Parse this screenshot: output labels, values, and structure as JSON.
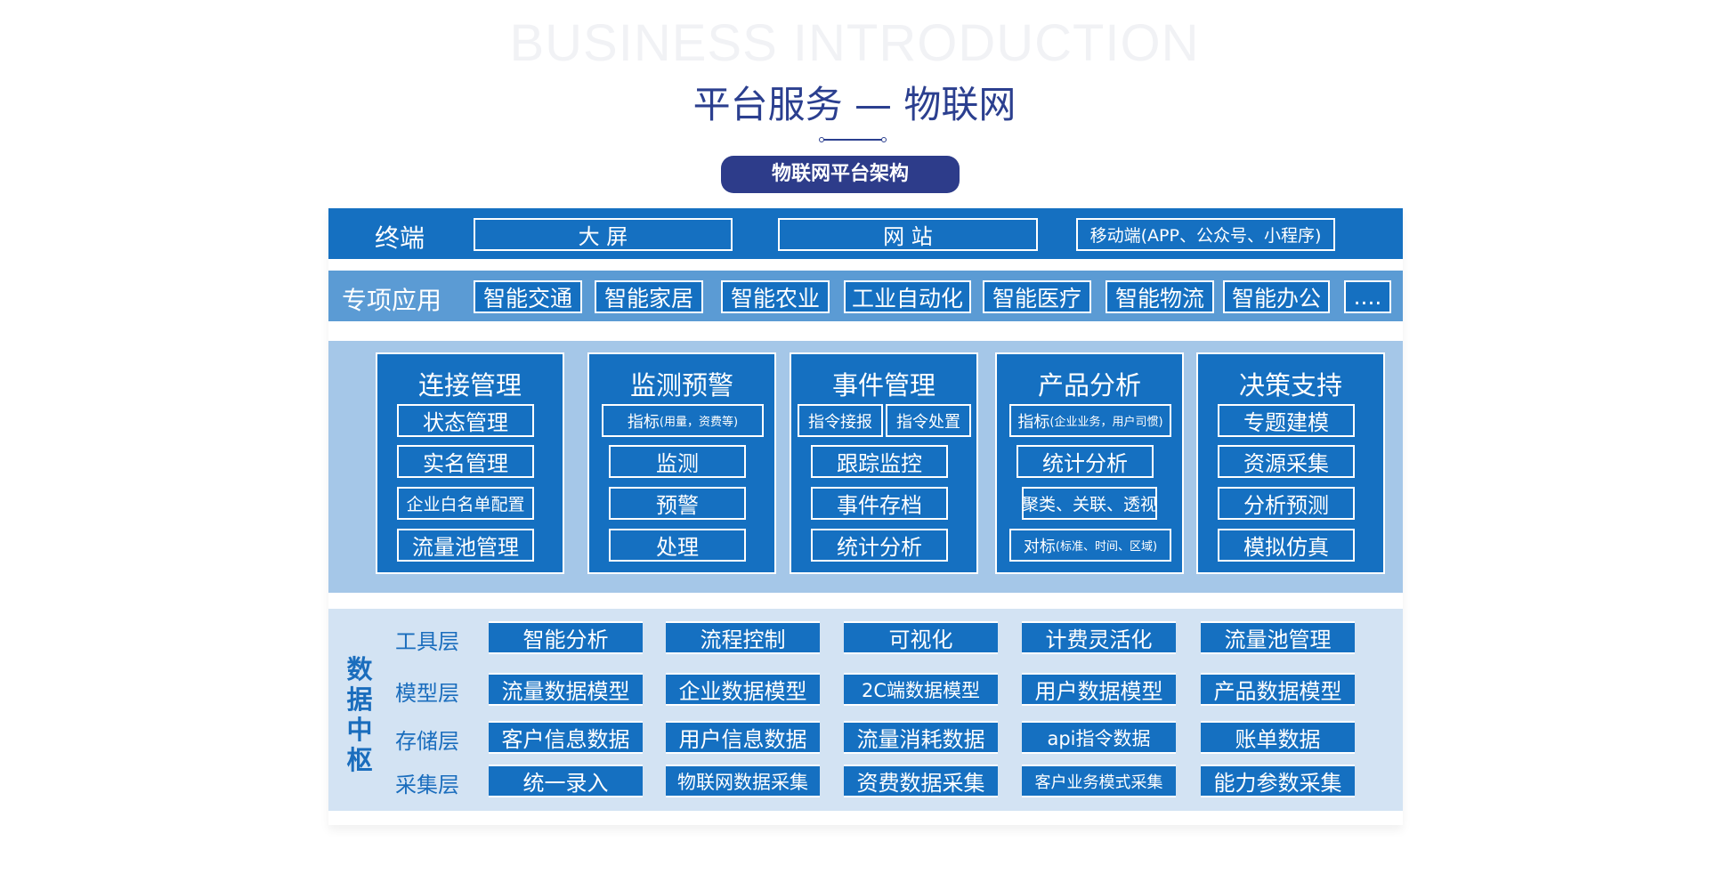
{
  "header": {
    "watermark": "BUSINESS INTRODUCTION",
    "title": "平台服务 — 物联网",
    "badge": "物联网平台架构"
  },
  "terminal": {
    "label": "终端",
    "items": [
      "大 屏",
      "网 站",
      "移动端(APP、公众号、小程序)"
    ]
  },
  "applications": {
    "label": "专项应用",
    "items": [
      "智能交通",
      "智能家居",
      "智能农业",
      "工业自动化",
      "智能医疗",
      "智能物流",
      "智能办公",
      "...."
    ]
  },
  "functions": [
    {
      "title": "连接管理",
      "items": [
        [
          "状态管理"
        ],
        [
          "实名管理"
        ],
        [
          "企业白名单配置"
        ],
        [
          "流量池管理"
        ]
      ]
    },
    {
      "title": "监测预警",
      "items": [
        [
          "指标",
          "(用量，资费等)"
        ],
        [
          "监测"
        ],
        [
          "预警"
        ],
        [
          "处理"
        ]
      ]
    },
    {
      "title": "事件管理",
      "items": [
        [
          "指令接报",
          "指令处置"
        ],
        [
          "跟踪监控"
        ],
        [
          "事件存档"
        ],
        [
          "统计分析"
        ]
      ]
    },
    {
      "title": "产品分析",
      "items": [
        [
          "指标",
          "(企业业务，用户司惯)"
        ],
        [
          "统计分析"
        ],
        [
          "聚类、关联、透视"
        ],
        [
          "对标",
          "(标准、时间、区域)"
        ]
      ]
    },
    {
      "title": "决策支持",
      "items": [
        [
          "专题建模"
        ],
        [
          "资源采集"
        ],
        [
          "分析预测"
        ],
        [
          "模拟仿真"
        ]
      ]
    }
  ],
  "data_hub": {
    "label": "数据中枢",
    "layers": [
      {
        "label": "工具层",
        "items": [
          "智能分析",
          "流程控制",
          "可视化",
          "计费灵活化",
          "流量池管理"
        ]
      },
      {
        "label": "模型层",
        "items": [
          "流量数据模型",
          "企业数据模型",
          "2C端数据模型",
          "用户数据模型",
          "产品数据模型"
        ]
      },
      {
        "label": "存储层",
        "items": [
          "客户信息数据",
          "用户信息数据",
          "流量消耗数据",
          "api指令数据",
          "账单数据"
        ]
      },
      {
        "label": "采集层",
        "items": [
          "统一录入",
          "物联网数据采集",
          "资费数据采集",
          "客户业务模式采集",
          "能力参数采集"
        ]
      }
    ]
  },
  "colors": {
    "primary": "#1570c1",
    "title": "#2b3f8f",
    "app_row": "#5b9bd4",
    "func_bg": "#a5c7e8",
    "data_bg": "#d3e3f3"
  }
}
